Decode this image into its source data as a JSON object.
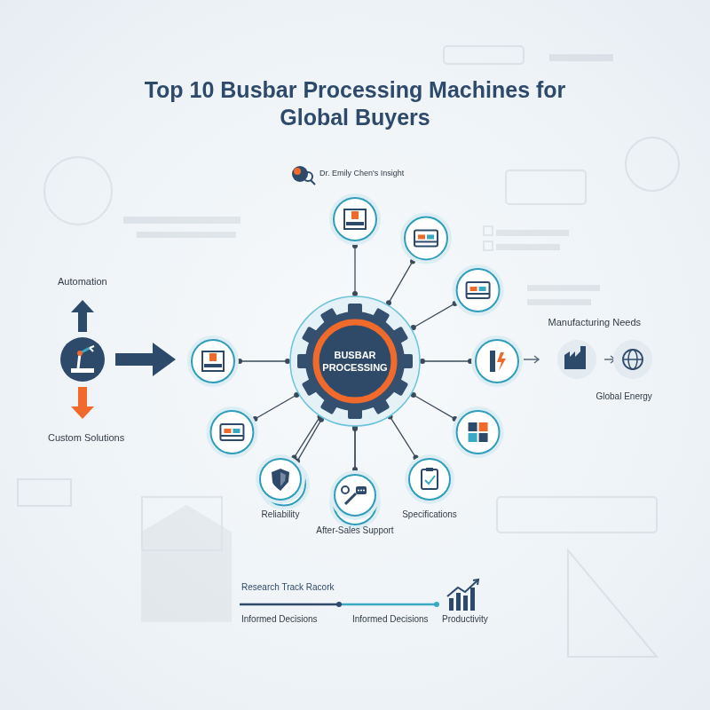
{
  "diagram": {
    "title": "Top 10 Busbar Processing Machines for Global Buyers",
    "nodes": [
      {
        "text": [
          "BUSBAR PROCESSING"
        ]
      },
      {
        "text": [
          "Reliability"
        ]
      },
      {
        "text": [
          "After-Sales Support"
        ]
      },
      {
        "text": [
          "Specifications"
        ]
      }
    ],
    "edges": [
      {
        "from": 0,
        "to": 1,
        "arrow": "none"
      },
      {
        "from": 0,
        "to": 2,
        "arrow": "none"
      },
      {
        "from": 0,
        "to": 3,
        "arrow": "none"
      }
    ],
    "labels": [
      "Dr. Emily Chen's Insight",
      "Automation",
      "Custom Solutions",
      "Manufacturing Needs",
      "Global Energy",
      "Research Track Racork",
      "Informed Decisions",
      "Informed Decisions",
      "Productivity"
    ]
  }
}
